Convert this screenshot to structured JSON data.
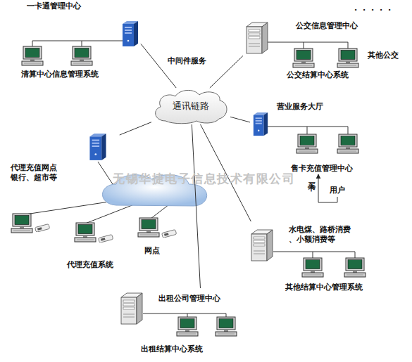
{
  "diagram": {
    "nodes": [
      {
        "text": [
          "一卡通管理中心",
          "清算中心信息管理系统"
        ]
      },
      {
        "text": [
          "公交信息管理中心",
          "公交结算中心系统"
        ]
      },
      {
        "text": [
          "通讯链路"
        ]
      },
      {
        "text": [
          "营业服务大厅",
          "售卡充值管理中心"
        ]
      },
      {
        "text": [
          "代理充值网点 银行、超市等",
          "代理充值系统"
        ]
      },
      {
        "text": [
          "用户"
        ]
      },
      {
        "text": [
          "水电煤、路桥消费 、小额消费等",
          "其他结算中心管理系统"
        ]
      },
      {
        "text": [
          "出租公司管理中心",
          "出租结算中心系统"
        ]
      }
    ],
    "edges": [
      {
        "from": 2,
        "to": 0,
        "arrow": "none",
        "label": "中间件服务"
      },
      {
        "from": 2,
        "to": 1,
        "arrow": "none"
      },
      {
        "from": 2,
        "to": 3,
        "arrow": "none"
      },
      {
        "from": 2,
        "to": 4,
        "arrow": "none"
      },
      {
        "from": 2,
        "to": 6,
        "arrow": "none"
      },
      {
        "from": 2,
        "to": 7,
        "arrow": "none"
      },
      {
        "from": 5,
        "to": 3,
        "arrow": "to",
        "label": "买卡"
      }
    ],
    "labels": [
      "· · · · ·",
      "其他公交",
      "网点",
      "无锡华捷电子信息技术有限公司"
    ]
  }
}
